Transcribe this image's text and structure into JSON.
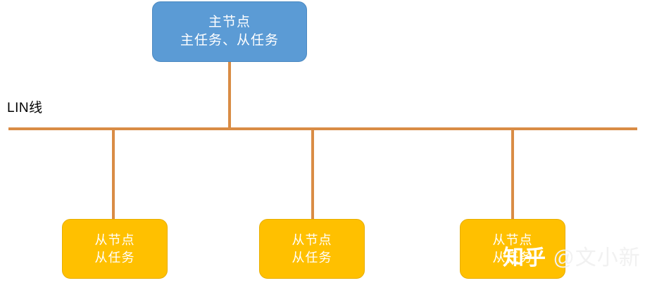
{
  "diagram": {
    "bus": {
      "label": "LIN线",
      "color": "#D98C45"
    },
    "master": {
      "line1": "主节点",
      "line2": "主任务、从任务",
      "color": "#5B9BD5"
    },
    "slaves": [
      {
        "line1": "从节点",
        "line2": "从任务",
        "color": "#FFC000"
      },
      {
        "line1": "从节点",
        "line2": "从任务",
        "color": "#FFC000"
      },
      {
        "line1": "从节点",
        "line2": "从任务",
        "color": "#FFC000"
      }
    ]
  },
  "watermark": {
    "brand": "知乎",
    "handle": "@文小新"
  }
}
